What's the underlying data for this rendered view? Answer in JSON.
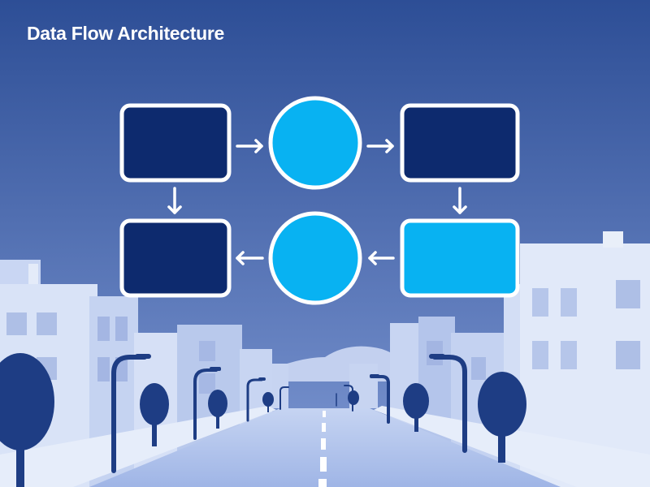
{
  "title": "Data Flow Architecture",
  "diagram": {
    "nodes": [
      {
        "id": "n1",
        "shape": "rect",
        "fill": "#0d2a6e"
      },
      {
        "id": "n2",
        "shape": "circle",
        "fill": "#08b2f2"
      },
      {
        "id": "n3",
        "shape": "rect",
        "fill": "#0d2a6e"
      },
      {
        "id": "n4",
        "shape": "rect",
        "fill": "#0d2a6e"
      },
      {
        "id": "n5",
        "shape": "circle",
        "fill": "#08b2f2"
      },
      {
        "id": "n6",
        "shape": "rect",
        "fill": "#08b2f2"
      }
    ],
    "edges": [
      {
        "from": "n1",
        "to": "n2"
      },
      {
        "from": "n2",
        "to": "n3"
      },
      {
        "from": "n1",
        "to": "n4"
      },
      {
        "from": "n3",
        "to": "n6"
      },
      {
        "from": "n6",
        "to": "n5"
      },
      {
        "from": "n5",
        "to": "n4"
      }
    ],
    "node_stroke": "#ffffff",
    "arrow_color": "#ffffff"
  },
  "colors": {
    "sky_top": "#2d4e96",
    "sky_bottom": "#7d97d2",
    "building_light": "#d7e2f7",
    "building_mid": "#aebfe6",
    "window": "#8fa6dc",
    "road": "#a9bde9",
    "tree": "#1e3d84",
    "lamp": "#1e3d84"
  }
}
